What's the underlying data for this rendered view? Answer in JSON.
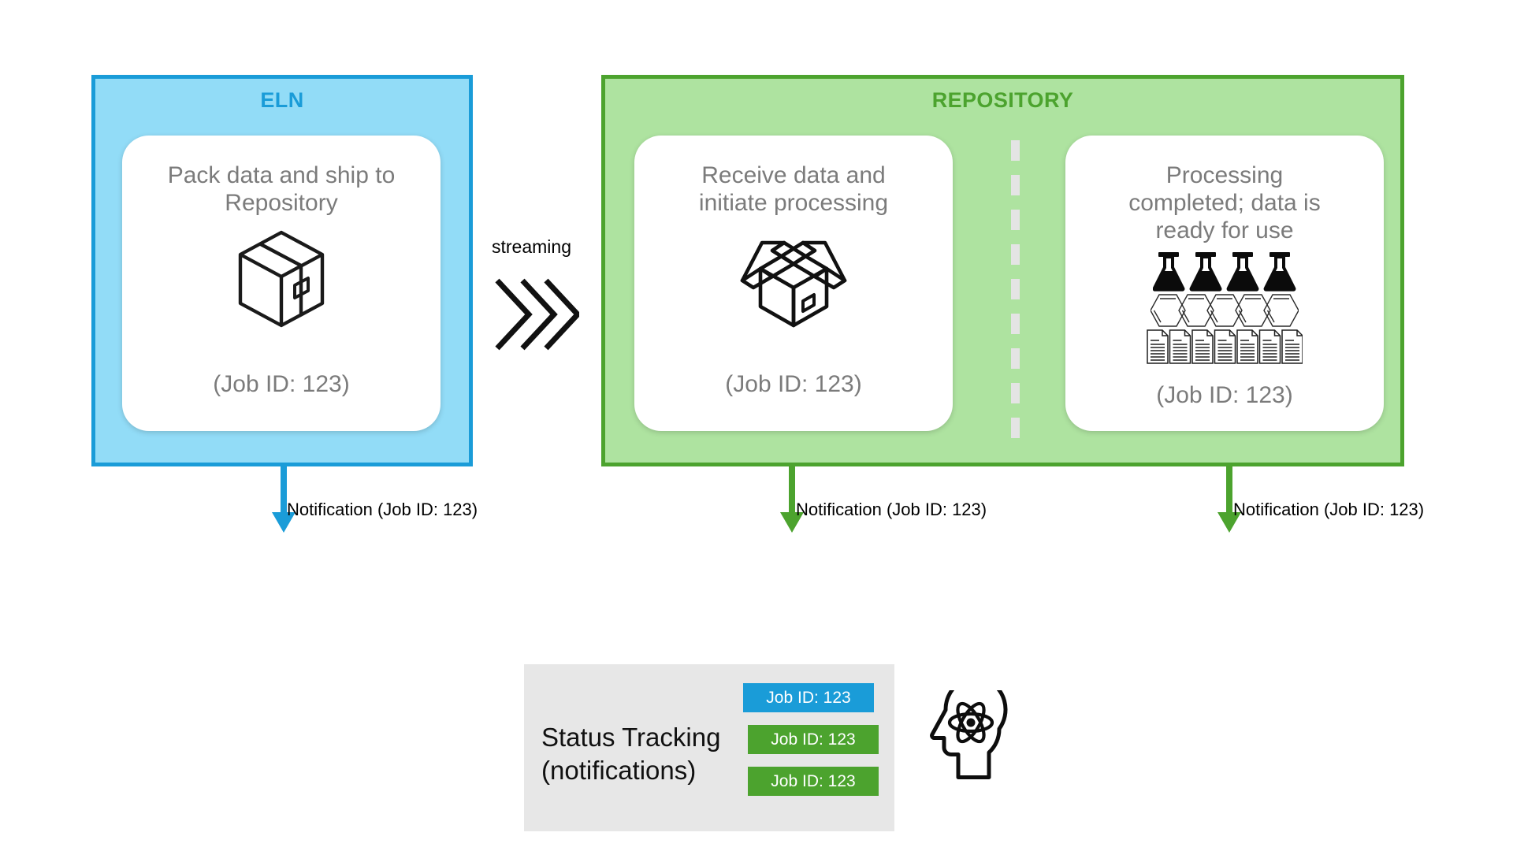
{
  "diagram": {
    "title_hidden": "ELN to Repository data streaming workflow"
  },
  "lanes": [
    {
      "id": "eln",
      "title": "ELN",
      "fill_color": "#92DCF7",
      "border_color": "#1A9CD8"
    },
    {
      "id": "repository",
      "title": "REPOSITORY",
      "fill_color": "#AEE3A0",
      "border_color": "#4CA32E"
    }
  ],
  "cards": [
    {
      "id": "pack",
      "text": "Pack data and ship to\nRepository",
      "job_id": "(Job ID: 123)",
      "icon": "closed-box-icon"
    },
    {
      "id": "receive",
      "text": "Receive data and\ninitiate processing",
      "job_id": "(Job ID: 123)",
      "icon": "open-box-icon"
    },
    {
      "id": "ready",
      "text": "Processing\ncompleted; data is\nready for use",
      "job_id": "(Job ID: 123)",
      "icon": "flasks-hexagons-documents-icons",
      "icon_counts": {
        "flasks": 4,
        "hexagons": 5,
        "documents": 7
      }
    }
  ],
  "connector": {
    "label": "streaming",
    "icon": "triple-chevron-right-icon",
    "chevron_count": 3
  },
  "notifications": [
    {
      "label": "Notification (Job ID: 123)",
      "color": "#1A9CD8",
      "source": "eln"
    },
    {
      "label": "Notification (Job ID: 123)",
      "color": "#4CA32E",
      "source": "receive"
    },
    {
      "label": "Notification (Job ID: 123)",
      "color": "#4CA32E",
      "source": "ready"
    }
  ],
  "status_tracking": {
    "label": "Status Tracking\n(notifications)",
    "panel_color": "#E7E7E7",
    "badges": [
      {
        "text": "Job ID: 123",
        "color": "#1A9CD8"
      },
      {
        "text": "Job ID: 123",
        "color": "#4CA32E"
      },
      {
        "text": "Job ID: 123",
        "color": "#4CA32E"
      }
    ],
    "person_icon": "head-with-atom-icon"
  }
}
